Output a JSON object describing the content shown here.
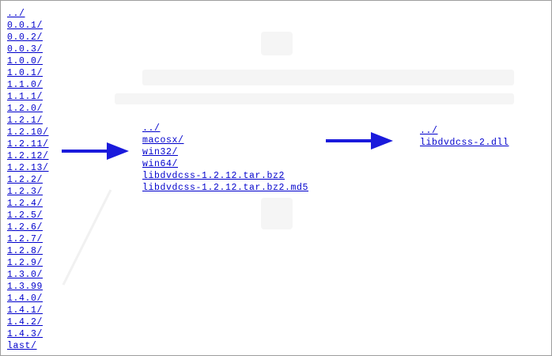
{
  "panel1": {
    "links": [
      "../",
      "0.0.1/",
      "0.0.2/",
      "0.0.3/",
      "1.0.0/",
      "1.0.1/",
      "1.1.0/",
      "1.1.1/",
      "1.2.0/",
      "1.2.1/",
      "1.2.10/",
      "1.2.11/",
      "1.2.12/",
      "1.2.13/",
      "1.2.2/",
      "1.2.3/",
      "1.2.4/",
      "1.2.5/",
      "1.2.6/",
      "1.2.7/",
      "1.2.8/",
      "1.2.9/",
      "1.3.0/",
      "1.3.99",
      "1.4.0/",
      "1.4.1/",
      "1.4.2/",
      "1.4.3/",
      "last/"
    ]
  },
  "panel2": {
    "links": [
      "../",
      "macosx/",
      "win32/",
      "win64/",
      "libdvdcss-1.2.12.tar.bz2",
      "libdvdcss-1.2.12.tar.bz2.md5"
    ]
  },
  "panel3": {
    "links": [
      "../",
      "libdvdcss-2.dll"
    ]
  },
  "arrows": [
    {
      "name": "arrow-right-icon",
      "color": "#1a1adc"
    },
    {
      "name": "arrow-right-icon",
      "color": "#1a1adc"
    }
  ],
  "colors": {
    "link": "#0000cc",
    "border": "#9e9e9e",
    "arrow": "#1a1adc"
  }
}
